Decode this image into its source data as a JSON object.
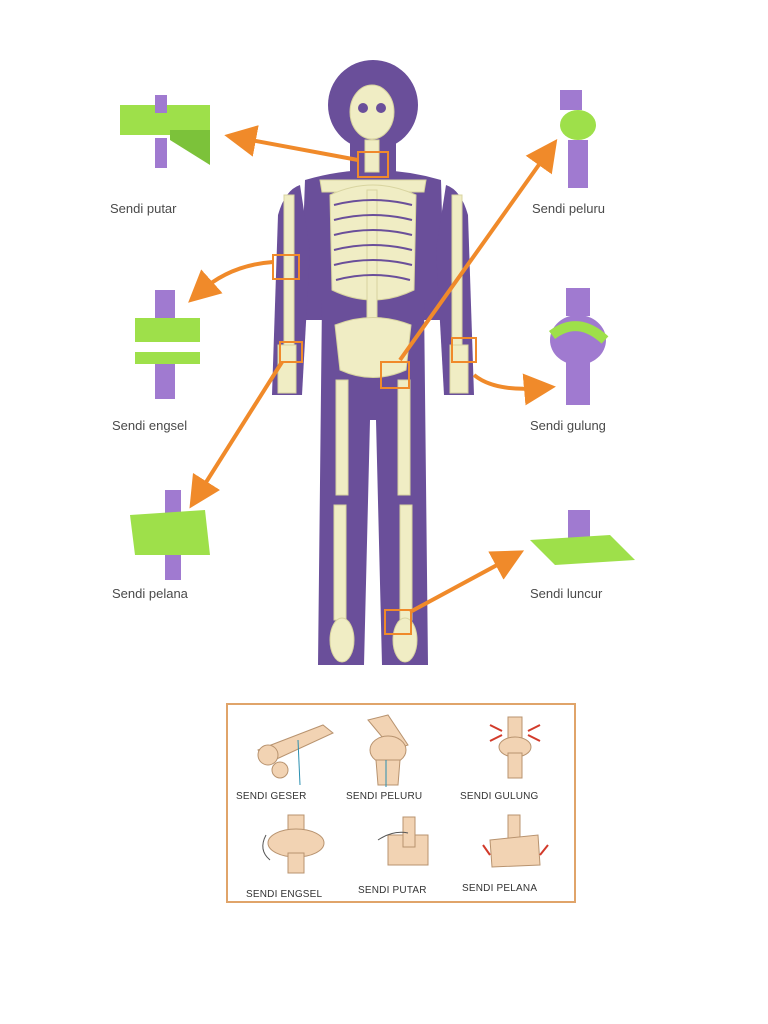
{
  "main_diagram": {
    "labels": {
      "putar": "Sendi putar",
      "peluru": "Sendi peluru",
      "engsel": "Sendi engsel",
      "gulung": "Sendi gulung",
      "pelana": "Sendi pelana",
      "luncur": "Sendi luncur"
    },
    "colors": {
      "body": "#6a4f9a",
      "bone": "#f0edc4",
      "arrow": "#f08a2a",
      "joint_green": "#9ee04a",
      "joint_purple": "#a07ad0"
    }
  },
  "legend_panel": {
    "labels": {
      "geser": "SENDI GESER",
      "peluru": "SENDI PELURU",
      "gulung": "SENDI GULUNG",
      "engsel": "SENDI ENGSEL",
      "putar": "SENDI PUTAR",
      "pelana": "SENDI PELANA"
    },
    "colors": {
      "border": "#e0a46a",
      "bone": "#f2d3b3",
      "arrow": "#d23a2a"
    }
  }
}
